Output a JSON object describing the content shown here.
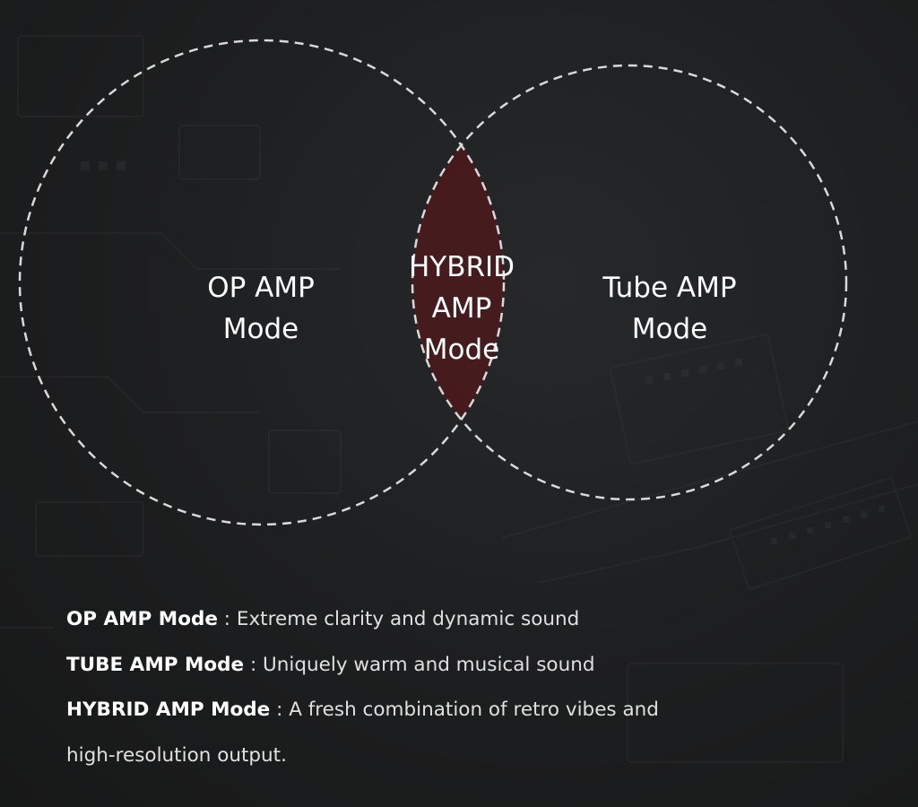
{
  "colors": {
    "background": "#1e1f20",
    "circle_stroke": "#d9d9d9",
    "intersection_fill": "#4a1a1c",
    "intersection_stroke": "#c98f8f",
    "text": "#ffffff"
  },
  "venn": {
    "left_label": [
      "OP AMP",
      "Mode"
    ],
    "center_label": [
      "HYBRID",
      "AMP",
      "Mode"
    ],
    "right_label": [
      "Tube AMP",
      "Mode"
    ]
  },
  "descriptions": [
    {
      "term": "OP AMP Mode",
      "separator": " : ",
      "text": "Extreme clarity and dynamic sound"
    },
    {
      "term": "TUBE AMP Mode",
      "separator": " : ",
      "text": "Uniquely warm and musical sound"
    },
    {
      "term": "HYBRID AMP Mode",
      "separator": " : ",
      "text": "A fresh combination of retro vibes and"
    }
  ],
  "description_continuation": "high-resolution output."
}
